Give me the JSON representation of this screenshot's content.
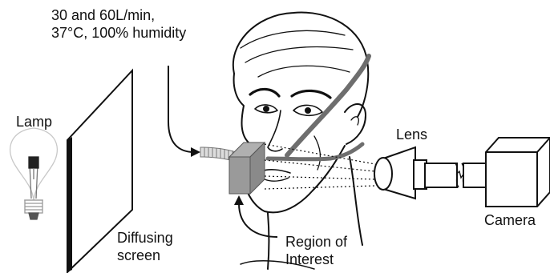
{
  "labels": {
    "flow": [
      "30 and 60L/min,",
      "37°C, 100% humidity"
    ],
    "lamp": "Lamp",
    "screen": [
      "Diffusing",
      "screen"
    ],
    "roi": [
      "Region of",
      "Interest"
    ],
    "lens": "Lens",
    "camera": "Camera"
  },
  "colors": {
    "line": "#111111",
    "nasal_cannula": "#6e6e6e",
    "roi_box": "#9a9a9a",
    "lamp": "#c8c8c8"
  }
}
